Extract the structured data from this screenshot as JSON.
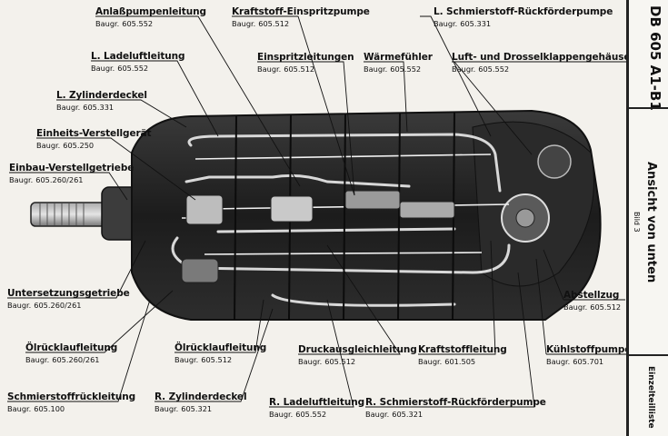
{
  "figure": {
    "code_label": "Baugr.",
    "labels": [
      {
        "id": "anlass",
        "title": "Anlaßpumpenleitung",
        "code": "605.552"
      },
      {
        "id": "kraftstoff-einspritz",
        "title": "Kraftstoff-Einspritzpumpe",
        "code": "605.512"
      },
      {
        "id": "l-schmier-rueck",
        "title": "L. Schmierstoff-Rückförderpumpe",
        "code": "605.331"
      },
      {
        "id": "l-ladeluft",
        "title": "L. Ladeluftleitung",
        "code": "605.552"
      },
      {
        "id": "einspritzleitungen",
        "title": "Einspritzleitungen",
        "code": "605.512"
      },
      {
        "id": "waermefuehler",
        "title": "Wärmefühler",
        "code": "605.552"
      },
      {
        "id": "luft-drossel",
        "title": "Luft- und Drosselklappengehäuse",
        "code": "605.552"
      },
      {
        "id": "l-zylinderdeckel",
        "title": "L. Zylinderdeckel",
        "code": "605.331"
      },
      {
        "id": "einheits-verstell",
        "title": "Einheits-Verstellgerät",
        "code": "605.250"
      },
      {
        "id": "einbau-verstell",
        "title": "Einbau-Verstellgetriebe",
        "code": "605.260/261"
      },
      {
        "id": "untersetzung",
        "title": "Untersetzungsgetriebe",
        "code": "605.260/261"
      },
      {
        "id": "abstellzug",
        "title": "Abstellzug",
        "code": "605.512"
      },
      {
        "id": "oelrueck-1",
        "title": "Ölrücklaufleitung",
        "code": "605.260/261"
      },
      {
        "id": "oelrueck-2",
        "title": "Ölrücklaufleitung",
        "code": "605.512"
      },
      {
        "id": "druckausgleich",
        "title": "Druckausgleichleitung",
        "code": "605.512"
      },
      {
        "id": "kraftstoffleitung",
        "title": "Kraftstoffleitung",
        "code": "601.505"
      },
      {
        "id": "kuehlstoffpumpe",
        "title": "Kühlstoffpumpe",
        "code": "605.701"
      },
      {
        "id": "schmier-rueck",
        "title": "Schmierstoffrückleitung",
        "code": "605.100"
      },
      {
        "id": "r-zylinderdeckel",
        "title": "R. Zylinderdeckel",
        "code": "605.321"
      },
      {
        "id": "r-ladeluft",
        "title": "R. Ladeluftleitung",
        "code": "605.552"
      },
      {
        "id": "r-schmier-rueck",
        "title": "R. Schmierstoff-Rückförderpumpe",
        "code": "605.321"
      }
    ]
  },
  "sidebar": {
    "engine": "DB 605 A1-B1",
    "view": "Ansicht von unten",
    "figure_no": "Bild 3",
    "section": "Einzelteilliste"
  }
}
